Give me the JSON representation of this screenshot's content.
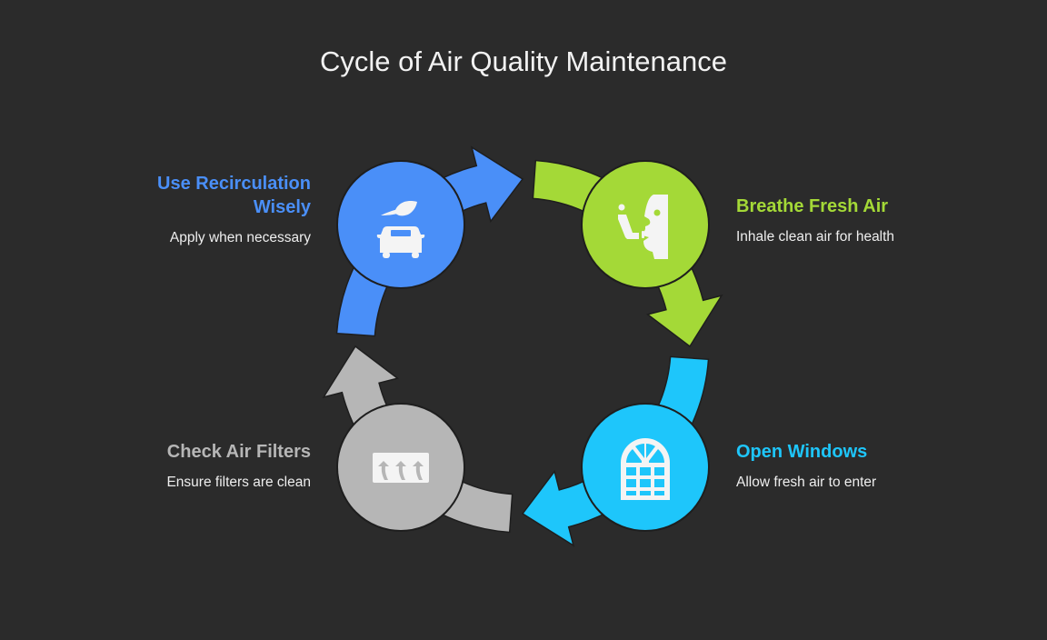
{
  "title": "Cycle of Air Quality Maintenance",
  "steps": [
    {
      "heading_line1": "Use Recirculation",
      "heading_line2": "Wisely",
      "description": "Apply when necessary",
      "icon": "car-leaf-icon",
      "color": "#4a8ff8"
    },
    {
      "heading": "Breathe Fresh Air",
      "description": "Inhale clean air for health",
      "icon": "inhaler-face-icon",
      "color": "#a4d937"
    },
    {
      "heading": "Open Windows",
      "description": "Allow fresh air to enter",
      "icon": "arched-window-icon",
      "color": "#1ec6fb"
    },
    {
      "heading": "Check Air Filters",
      "description": "Ensure filters are clean",
      "icon": "air-vent-filter-icon",
      "color": "#b6b6b6"
    }
  ],
  "colors": {
    "background": "#2b2b2b",
    "icon_fill": "#f4f4f4",
    "outline": "#1e1e1e"
  }
}
